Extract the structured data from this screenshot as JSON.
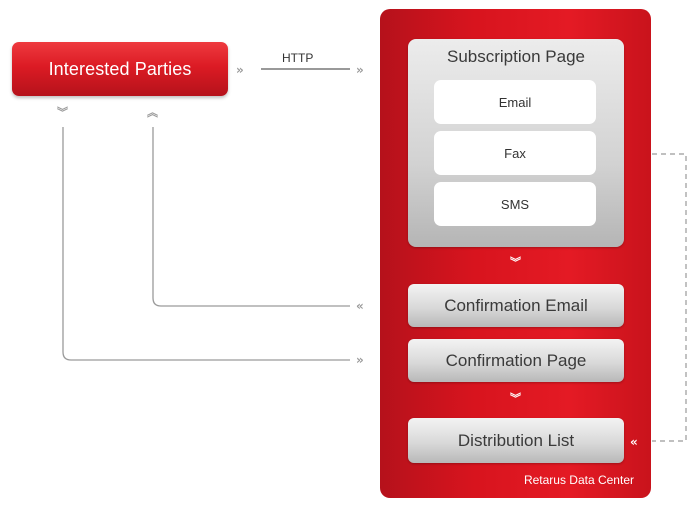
{
  "interested_parties": {
    "label": "Interested Parties"
  },
  "http_label": "HTTP",
  "data_center": {
    "label": "Retarus Data Center",
    "subscription_page": {
      "title": "Subscription Page",
      "options": [
        "Email",
        "Fax",
        "SMS"
      ]
    },
    "confirmation_email": "Confirmation Email",
    "confirmation_page": "Confirmation Page",
    "distribution_list": "Distribution List"
  },
  "icons": {
    "right": "»",
    "left": "«",
    "down": "︾",
    "up": "︽"
  },
  "colors": {
    "brand_red": "#dc1b24",
    "connector_grey": "#9a9a9a",
    "box_grey": "#d9d9d9"
  }
}
